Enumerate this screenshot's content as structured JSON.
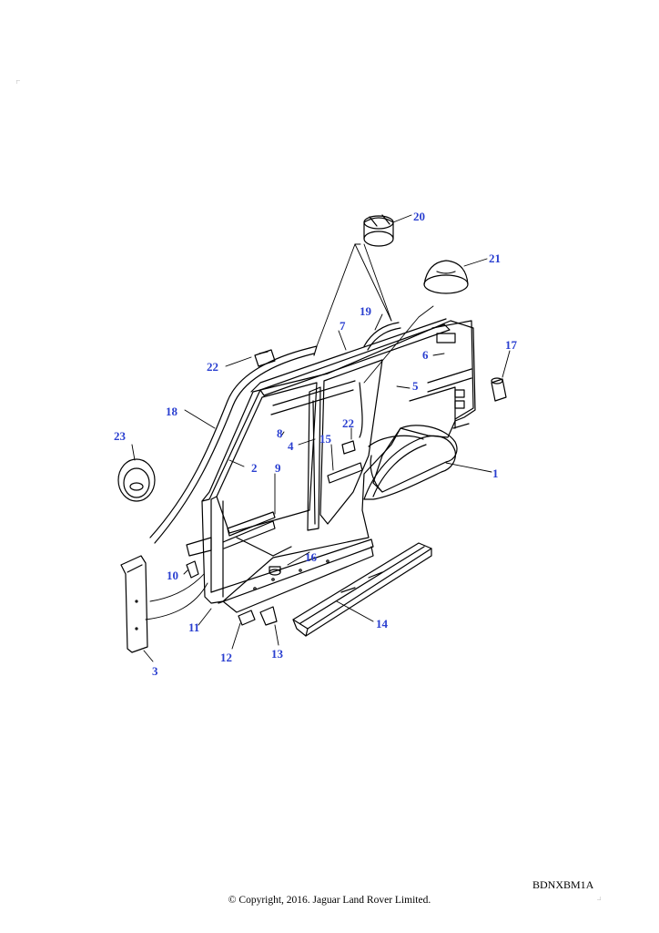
{
  "diagram_id": "BDNXBM1A",
  "copyright": "© Copyright, 2016. Jaguar Land Rover Limited.",
  "callouts": {
    "c1": "1",
    "c2": "2",
    "c3": "3",
    "c4": "4",
    "c5": "5",
    "c6": "6",
    "c7": "7",
    "c8": "8",
    "c9": "9",
    "c10": "10",
    "c11": "11",
    "c12": "12",
    "c13": "13",
    "c14": "14",
    "c15": "15",
    "c16": "16",
    "c17": "17",
    "c18": "18",
    "c19": "19",
    "c20": "20",
    "c21": "21",
    "c22a": "22",
    "c22b": "22",
    "c23": "23"
  },
  "colors": {
    "callout": "#2a3fd0",
    "line": "#000000"
  }
}
